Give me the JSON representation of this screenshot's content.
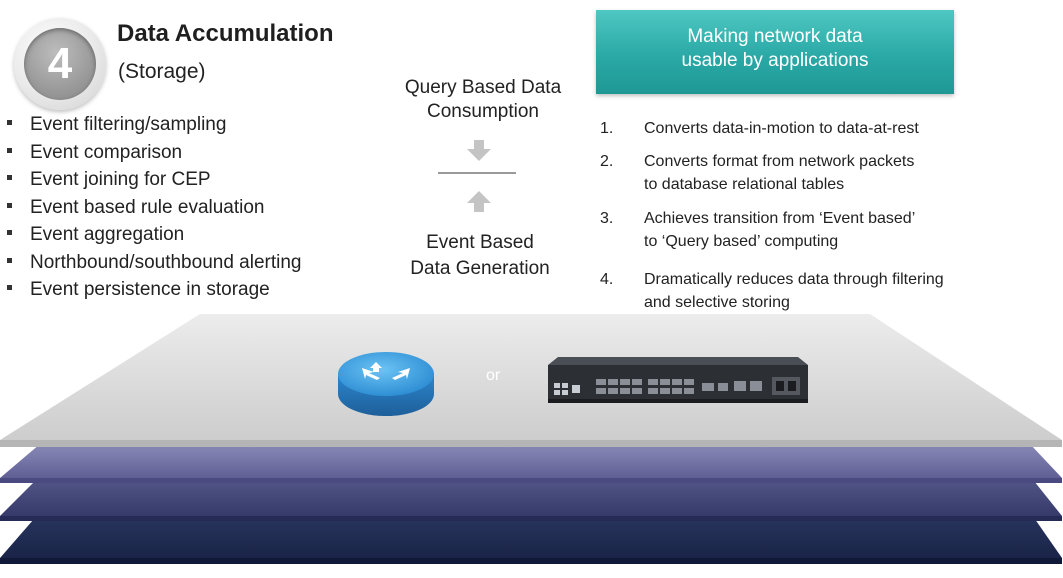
{
  "step": {
    "number": "4",
    "title": "Data Accumulation",
    "subtitle": "(Storage)"
  },
  "left_bullets": [
    "Event filtering/sampling",
    "Event comparison",
    "Event joining for CEP",
    "Event based rule evaluation",
    "Event aggregation",
    "Northbound/southbound alerting",
    "Event persistence in storage"
  ],
  "middle": {
    "top_line1": "Query Based Data",
    "top_line2": "Consumption",
    "bottom_line1": "Event Based",
    "bottom_line2": "Data Generation"
  },
  "banner": {
    "line1": "Making network data",
    "line2": "usable by applications"
  },
  "numbered_points": [
    {
      "num": "1.",
      "line1": "Converts data-in-motion to data-at-rest",
      "line2": ""
    },
    {
      "num": "2.",
      "line1": "Converts format from network packets",
      "line2": "to database relational tables"
    },
    {
      "num": "3.",
      "line1": "Achieves transition from ‘Event based’",
      "line2": "to ‘Query based’ computing"
    },
    {
      "num": "4.",
      "line1": "Dramatically reduces data through filtering",
      "line2": "and  selective storing"
    }
  ],
  "platform": {
    "or_text": "or",
    "devices": [
      "router-icon",
      "network-switch-icon"
    ],
    "colors": {
      "top_layer": "#d8d8d8",
      "layer2": "#6f6ea3",
      "layer3": "#3f4377",
      "layer4": "#1d2a52",
      "banner": "#2aa9a6",
      "router": "#2f8fd4"
    }
  }
}
